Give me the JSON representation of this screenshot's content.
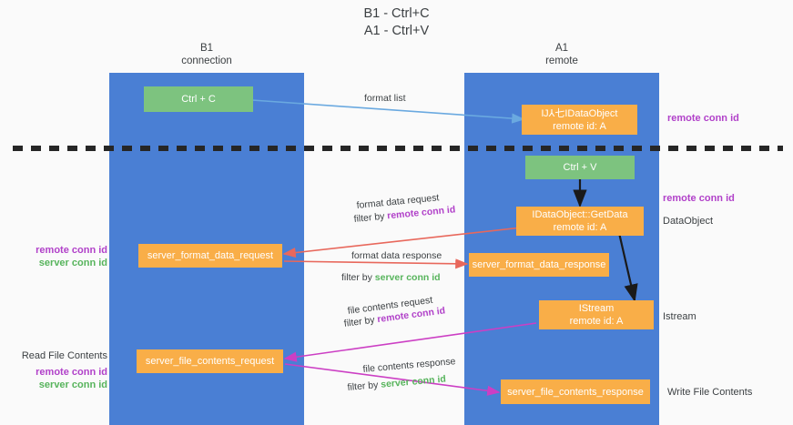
{
  "title": "B1 - Ctrl+C\nA1 - Ctrl+V",
  "title_line1": "B1 - Ctrl+C",
  "title_line2": "A1 - Ctrl+V",
  "lanes": [
    {
      "id": "b1",
      "name": "B1",
      "role": "connection"
    },
    {
      "id": "a1",
      "name": "A1",
      "role": "remote"
    }
  ],
  "nodes": {
    "ctrl_c": {
      "line1": "Ctrl + C",
      "line2": "",
      "color": "#7dc37f"
    },
    "idataobject": {
      "line1": "Ĳ⅄七IDataObject",
      "line2": "remote id: A",
      "color": "#f9ae48"
    },
    "ctrl_v": {
      "line1": "Ctrl + V",
      "line2": "",
      "color": "#7dc37f"
    },
    "getdata": {
      "line1": "IDataObject::GetData",
      "line2": "remote id: A",
      "color": "#f9ae48"
    },
    "server_format_data_request": {
      "line1": "server_format_data_request",
      "line2": "",
      "color": "#f9ae48"
    },
    "server_format_data_response": {
      "line1": "server_format_data_response",
      "line2": "",
      "color": "#f9ae48"
    },
    "istream": {
      "line1": "IStream",
      "line2": "remote id: A",
      "color": "#f9ae48"
    },
    "server_file_contents_request": {
      "line1": "server_file_contents_request",
      "line2": "",
      "color": "#f9ae48"
    },
    "server_file_contents_response": {
      "line1": "server_file_contents_response",
      "line2": "",
      "color": "#f9ae48"
    }
  },
  "edge_labels": {
    "format_list": "format list",
    "format_data_request": "format data request",
    "format_data_request_filter_prefix": "filter by ",
    "format_data_request_filter_value": "remote conn id",
    "format_data_response": "format data response",
    "format_data_response_filter_prefix": "filter by ",
    "format_data_response_filter_value": "server conn id",
    "file_contents_request": "file contents request",
    "file_contents_request_filter_prefix": "filter by ",
    "file_contents_request_filter_value": "remote conn id",
    "file_contents_response": "file contents response",
    "file_contents_response_filter_prefix": "filter by ",
    "file_contents_response_filter_value": "server conn id"
  },
  "annotations": {
    "right_remote_conn_id_top": "remote conn id",
    "right_remote_conn_id_mid": "remote conn id",
    "right_dataobject": "DataObject",
    "right_istream": "Istream",
    "right_write_file_contents": "Write File Contents",
    "left_remote_conn_id_mid": "remote conn id",
    "left_server_conn_id_mid": "server conn id",
    "left_read_file_contents": "Read File Contents",
    "left_remote_conn_id_bottom": "remote conn id",
    "left_server_conn_id_bottom": "server conn id"
  },
  "colors": {
    "lane": "#4a7fd4",
    "green_node": "#7dc37f",
    "orange_node": "#f9ae48",
    "purple_text": "#b141c9",
    "green_text": "#57b45c",
    "divider": "#262626",
    "arrow_blue": "#6aa9e0",
    "arrow_red": "#e8685c",
    "arrow_black": "#1a1a1a",
    "arrow_magenta": "#cc3fc4",
    "background": "#fafafa"
  }
}
